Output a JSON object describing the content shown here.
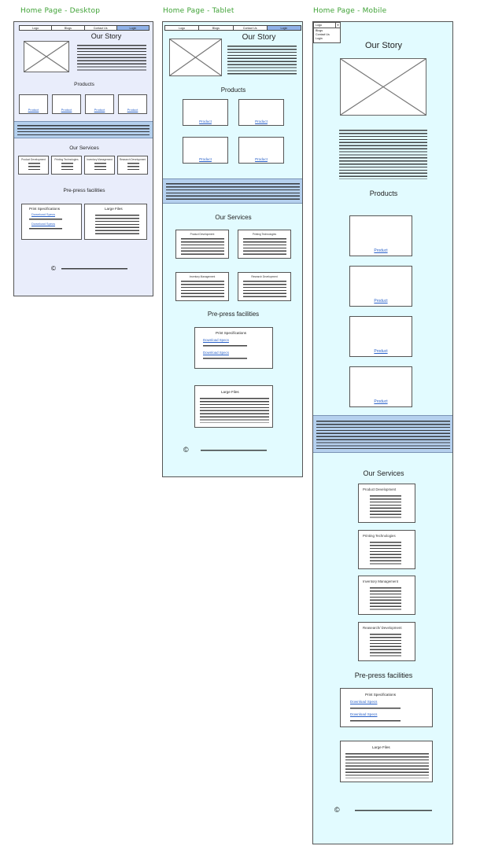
{
  "titles": {
    "desktop": "Home Page - Desktop",
    "tablet": "Home Page - Tablet",
    "mobile": "Home Page - Mobile"
  },
  "nav": [
    "Logo",
    "Blogs",
    "Contact Us",
    "Login"
  ],
  "mobile_menu": {
    "selected": "Logo",
    "items": [
      "Blogs",
      "Contact Us",
      "Login"
    ]
  },
  "sections": {
    "our_story": "Our Story",
    "products": "Products",
    "our_services": "Our Services",
    "prepress": "Pre-press facilities"
  },
  "product_link": "Product",
  "services": [
    "Product Development",
    "Printing Technologies",
    "Inventory Management",
    "Research Development"
  ],
  "services_mobile": [
    "Product Development",
    "Printing Technologies",
    "Inventory Management",
    "Reasearch/ Development"
  ],
  "prepress": {
    "print_specs_title": "Print Specifications",
    "download_link": "Download Specs",
    "large_files_title": "Large Files"
  },
  "footer": {
    "copyright_symbol": "©"
  }
}
